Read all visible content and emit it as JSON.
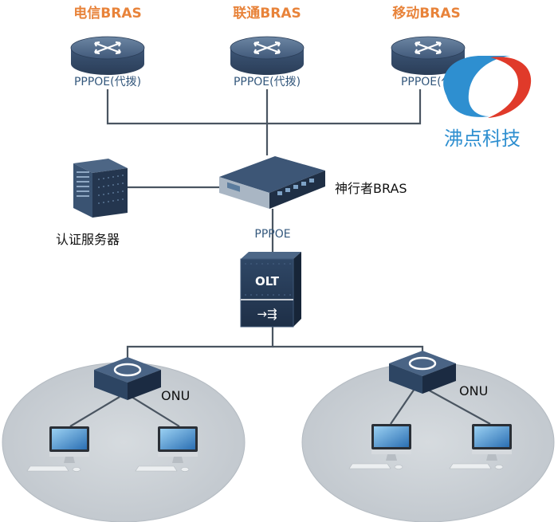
{
  "isp_routers": [
    {
      "name": "电信BRAS",
      "protocol": "PPPOE(代拨)"
    },
    {
      "name": "联通BRAS",
      "protocol": "PPPOE(代拨)"
    },
    {
      "name": "移动BRAS",
      "protocol": "PPPOE(代拨)"
    }
  ],
  "core": {
    "name": "神行者BRAS",
    "protocol": "PPPOE"
  },
  "auth_server": {
    "name": "认证服务器"
  },
  "olt": {
    "label": "OLT",
    "symbol": "→⇶"
  },
  "onus": [
    {
      "name": "ONU"
    },
    {
      "name": "ONU"
    }
  ],
  "logo": {
    "mark": "FD",
    "company": "沸点科技",
    "colors": {
      "blue": "#2e8fd0",
      "red": "#e03a2a"
    }
  },
  "colors": {
    "router_body": "#3a5572",
    "accent_orange": "#e8833a",
    "label_blue": "#33577c",
    "cloud": "#c9cfd4"
  }
}
